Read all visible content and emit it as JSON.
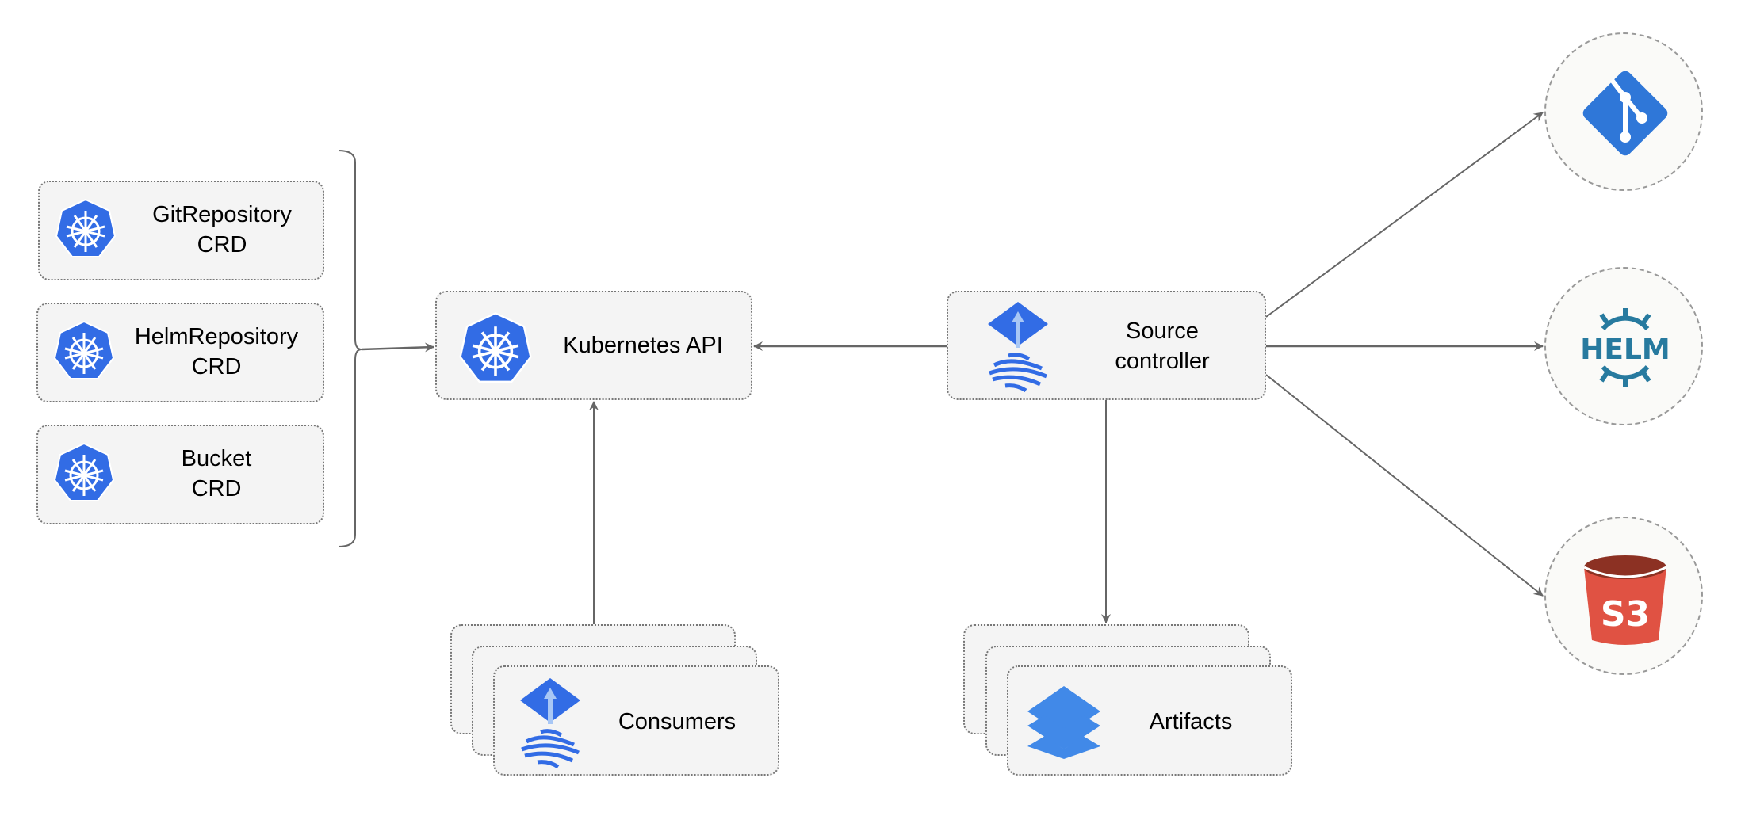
{
  "crds": [
    {
      "line1": "GitRepository",
      "line2": "CRD",
      "icon": "kubernetes-icon"
    },
    {
      "line1": "HelmRepository",
      "line2": "CRD",
      "icon": "kubernetes-icon"
    },
    {
      "line1": "Bucket",
      "line2": "CRD",
      "icon": "kubernetes-icon"
    }
  ],
  "kubernetes_api": {
    "label": "Kubernetes API",
    "icon": "kubernetes-icon"
  },
  "source_controller": {
    "line1": "Source",
    "line2": "controller",
    "icon": "flux-icon"
  },
  "consumers": {
    "label": "Consumers",
    "icon": "flux-icon"
  },
  "artifacts": {
    "label": "Artifacts",
    "icon": "layers-icon"
  },
  "sources": [
    {
      "icon": "git-icon"
    },
    {
      "icon": "helm-icon",
      "text": "HELM"
    },
    {
      "icon": "s3-bucket-icon",
      "text": "S3"
    }
  ],
  "colors": {
    "kubernetes": "#326ce5",
    "git": "#2f77d8",
    "helm": "#277a9f",
    "s3_red": "#e05243",
    "s3_dark": "#8c3123",
    "layers": "#4189e8",
    "edge": "#666666"
  }
}
